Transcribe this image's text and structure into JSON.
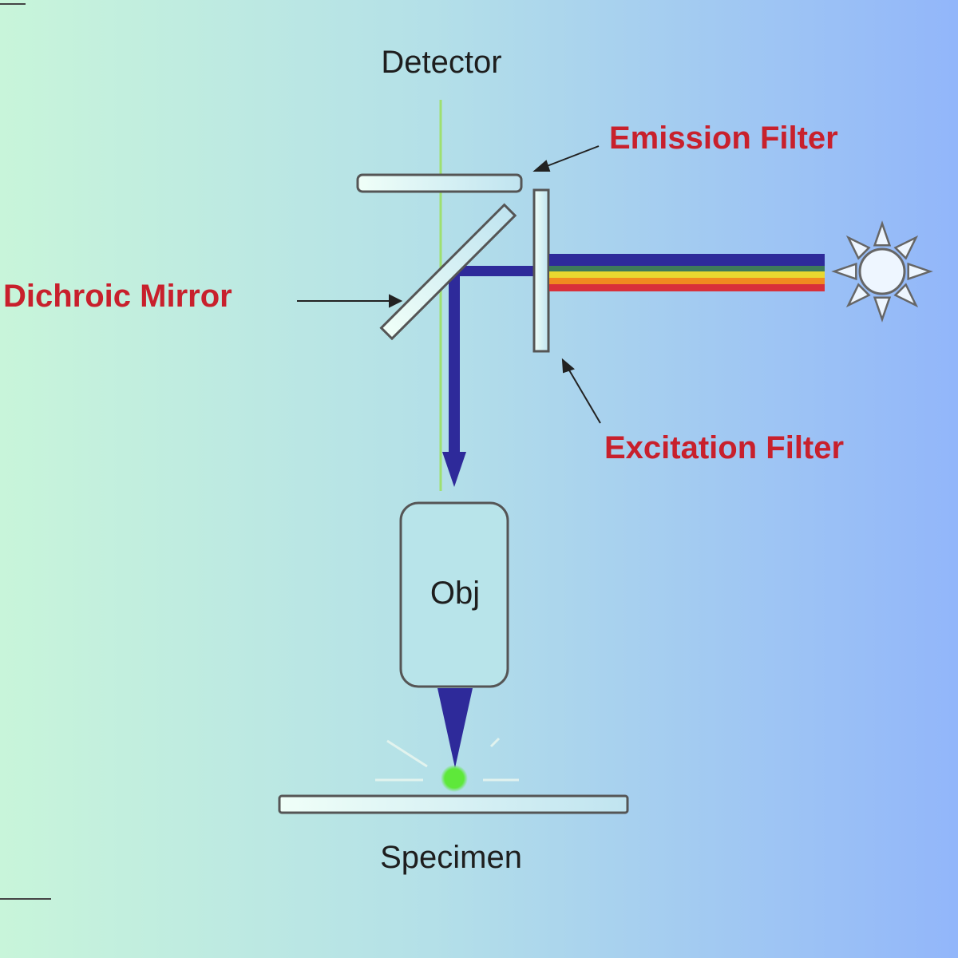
{
  "labels": {
    "detector": "Detector",
    "emission_filter": "Emission Filter",
    "dichroic_mirror": "Dichroic Mirror",
    "excitation_filter": "Excitation Filter",
    "objective": "Obj",
    "specimen": "Specimen"
  },
  "colors": {
    "label_red": "#c8202c",
    "excitation_beam": "#2e2a9a",
    "emission_light": "#5ee83a",
    "background_left": "#c8f5da",
    "background_right": "#92b6fa"
  },
  "spectrum": [
    "#2e2a9a",
    "#3e7a5a",
    "#e8d830",
    "#f08a20",
    "#d8303a"
  ],
  "icons": {
    "light_source": "sun-icon"
  }
}
